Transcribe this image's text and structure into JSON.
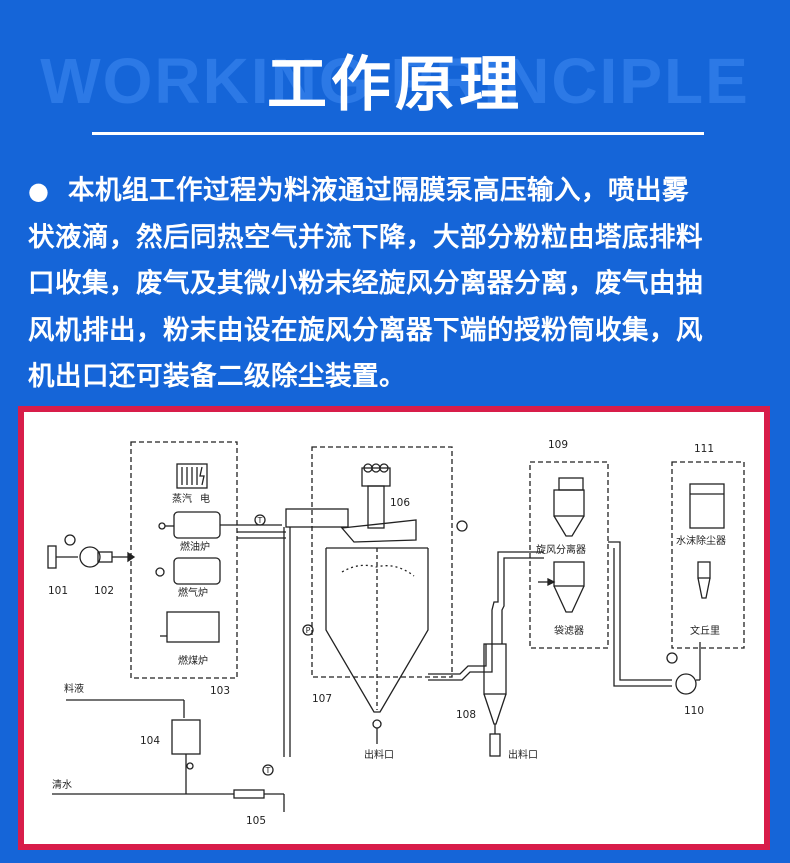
{
  "header": {
    "bg_text": "WORKING PRINCIPLE",
    "title": "工作原理"
  },
  "description": {
    "bullet": "●",
    "lines": [
      "本机组工作过程为料液通过隔膜泵高压输入，喷出雾",
      "状液滴，然后同热空气并流下降，大部分粉粒由塔底排料",
      "口收集，废气及其微小粉末经旋风分离器分离，废气由抽",
      "风机排出，粉末由设在旋风分离器下端的授粉筒收集，风",
      "机出口还可装备二级除尘装置。"
    ]
  },
  "diagram": {
    "numbers": [
      "101",
      "102",
      "103",
      "104",
      "105",
      "106",
      "107",
      "108",
      "109",
      "110",
      "111"
    ],
    "labels": {
      "steam": "蒸汽",
      "electric": "电",
      "oil_furnace": "燃油炉",
      "gas_furnace": "燃气炉",
      "coal_furnace": "燃煤炉",
      "feed_liquid": "料液",
      "clear_water": "清水",
      "outlet_107": "出料口",
      "outlet_108": "出料口",
      "cyclone": "旋风分离器",
      "bag_filter": "袋滤器",
      "water_scrubber": "水沫除尘器",
      "venturi": "文丘里"
    },
    "instrument_symbols": {
      "thermometer": "T",
      "pressure": "P"
    },
    "colors": {
      "frame": "#d81d4a",
      "background": "#1565d8",
      "line": "#222222"
    }
  }
}
